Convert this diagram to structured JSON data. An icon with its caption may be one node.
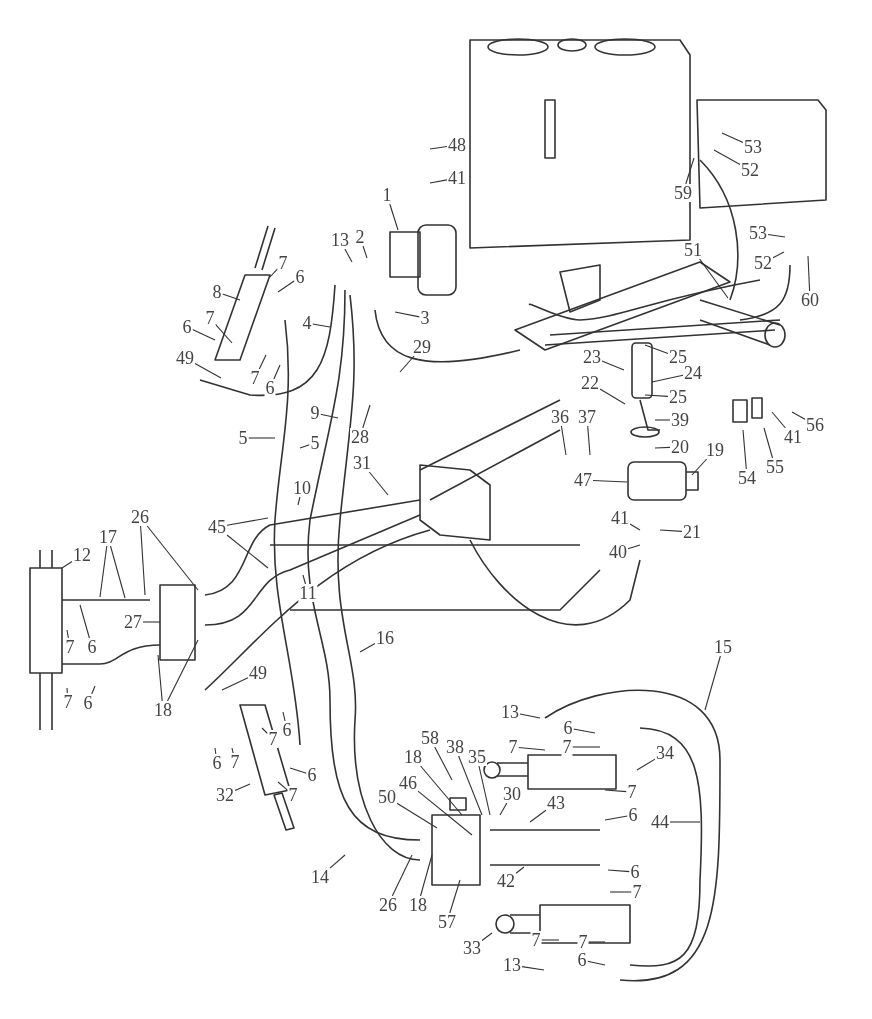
{
  "diagram": {
    "nodes": [
      {
        "text": [
          "48"
        ]
      },
      {
        "text": [
          "53"
        ]
      },
      {
        "text": [
          "52"
        ]
      },
      {
        "text": [
          "41"
        ]
      },
      {
        "text": [
          "59"
        ]
      },
      {
        "text": [
          "1"
        ]
      },
      {
        "text": [
          "13"
        ]
      },
      {
        "text": [
          "2"
        ]
      },
      {
        "text": [
          "53"
        ]
      },
      {
        "text": [
          "51"
        ]
      },
      {
        "text": [
          "7"
        ]
      },
      {
        "text": [
          "52"
        ]
      },
      {
        "text": [
          "6"
        ]
      },
      {
        "text": [
          "8"
        ]
      },
      {
        "text": [
          "60"
        ]
      },
      {
        "text": [
          "3"
        ]
      },
      {
        "text": [
          "4"
        ]
      },
      {
        "text": [
          "7"
        ]
      },
      {
        "text": [
          "6"
        ]
      },
      {
        "text": [
          "29"
        ]
      },
      {
        "text": [
          "23"
        ]
      },
      {
        "text": [
          "25"
        ]
      },
      {
        "text": [
          "49"
        ]
      },
      {
        "text": [
          "24"
        ]
      },
      {
        "text": [
          "7"
        ]
      },
      {
        "text": [
          "6"
        ]
      },
      {
        "text": [
          "22"
        ]
      },
      {
        "text": [
          "25"
        ]
      },
      {
        "text": [
          "9"
        ]
      },
      {
        "text": [
          "39"
        ]
      },
      {
        "text": [
          "36"
        ]
      },
      {
        "text": [
          "37"
        ]
      },
      {
        "text": [
          "56"
        ]
      },
      {
        "text": [
          "28"
        ]
      },
      {
        "text": [
          "5"
        ]
      },
      {
        "text": [
          "5"
        ]
      },
      {
        "text": [
          "41"
        ]
      },
      {
        "text": [
          "20"
        ]
      },
      {
        "text": [
          "19"
        ]
      },
      {
        "text": [
          "31"
        ]
      },
      {
        "text": [
          "55"
        ]
      },
      {
        "text": [
          "54"
        ]
      },
      {
        "text": [
          "47"
        ]
      },
      {
        "text": [
          "10"
        ]
      },
      {
        "text": [
          "26"
        ]
      },
      {
        "text": [
          "41"
        ]
      },
      {
        "text": [
          "45"
        ]
      },
      {
        "text": [
          "21"
        ]
      },
      {
        "text": [
          "17"
        ]
      },
      {
        "text": [
          "40"
        ]
      },
      {
        "text": [
          "12"
        ]
      },
      {
        "text": [
          "11"
        ]
      },
      {
        "text": [
          "27"
        ]
      },
      {
        "text": [
          "16"
        ]
      },
      {
        "text": [
          "15"
        ]
      },
      {
        "text": [
          "7"
        ]
      },
      {
        "text": [
          "6"
        ]
      },
      {
        "text": [
          "49"
        ]
      },
      {
        "text": [
          "7"
        ]
      },
      {
        "text": [
          "6"
        ]
      },
      {
        "text": [
          "18"
        ]
      },
      {
        "text": [
          "13"
        ]
      },
      {
        "text": [
          "6"
        ]
      },
      {
        "text": [
          "6"
        ]
      },
      {
        "text": [
          "7"
        ]
      },
      {
        "text": [
          "58"
        ]
      },
      {
        "text": [
          "7"
        ]
      },
      {
        "text": [
          "7"
        ]
      },
      {
        "text": [
          "38"
        ]
      },
      {
        "text": [
          "34"
        ]
      },
      {
        "text": [
          "18"
        ]
      },
      {
        "text": [
          "35"
        ]
      },
      {
        "text": [
          "6"
        ]
      },
      {
        "text": [
          "7"
        ]
      },
      {
        "text": [
          "46"
        ]
      },
      {
        "text": [
          "30"
        ]
      },
      {
        "text": [
          "7"
        ]
      },
      {
        "text": [
          "6"
        ]
      },
      {
        "text": [
          "32"
        ]
      },
      {
        "text": [
          "7"
        ]
      },
      {
        "text": [
          "43"
        ]
      },
      {
        "text": [
          "50"
        ]
      },
      {
        "text": [
          "6"
        ]
      },
      {
        "text": [
          "44"
        ]
      },
      {
        "text": [
          "6"
        ]
      },
      {
        "text": [
          "14"
        ]
      },
      {
        "text": [
          "7"
        ]
      },
      {
        "text": [
          "42"
        ]
      },
      {
        "text": [
          "26"
        ]
      },
      {
        "text": [
          "18"
        ]
      },
      {
        "text": [
          "57"
        ]
      },
      {
        "text": [
          "7"
        ]
      },
      {
        "text": [
          "7"
        ]
      },
      {
        "text": [
          "33"
        ]
      },
      {
        "text": [
          "13"
        ]
      },
      {
        "text": [
          "6"
        ]
      }
    ],
    "edges": [
      {
        "from": 0,
        "to": null,
        "arrow": "none"
      },
      {
        "from": 1,
        "to": null,
        "arrow": "none"
      },
      {
        "from": 2,
        "to": null,
        "arrow": "none"
      },
      {
        "from": 3,
        "to": null,
        "arrow": "none"
      },
      {
        "from": 4,
        "to": null,
        "arrow": "none"
      },
      {
        "from": 5,
        "to": null,
        "arrow": "none"
      },
      {
        "from": 6,
        "to": null,
        "arrow": "none"
      },
      {
        "from": 7,
        "to": null,
        "arrow": "none"
      },
      {
        "from": 8,
        "to": null,
        "arrow": "none"
      },
      {
        "from": 9,
        "to": null,
        "arrow": "none"
      },
      {
        "from": 10,
        "to": null,
        "arrow": "none"
      },
      {
        "from": 11,
        "to": null,
        "arrow": "none"
      },
      {
        "from": 12,
        "to": null,
        "arrow": "none"
      },
      {
        "from": 13,
        "to": null,
        "arrow": "none"
      },
      {
        "from": 14,
        "to": null,
        "arrow": "none"
      },
      {
        "from": 15,
        "to": null,
        "arrow": "none"
      },
      {
        "from": 16,
        "to": null,
        "arrow": "none"
      },
      {
        "from": 17,
        "to": null,
        "arrow": "none"
      },
      {
        "from": 18,
        "to": null,
        "arrow": "none"
      },
      {
        "from": 19,
        "to": null,
        "arrow": "none"
      },
      {
        "from": 20,
        "to": null,
        "arrow": "none"
      },
      {
        "from": 21,
        "to": null,
        "arrow": "none"
      },
      {
        "from": 22,
        "to": null,
        "arrow": "none"
      },
      {
        "from": 23,
        "to": null,
        "arrow": "none"
      },
      {
        "from": 24,
        "to": null,
        "arrow": "none"
      },
      {
        "from": 25,
        "to": null,
        "arrow": "none"
      },
      {
        "from": 26,
        "to": null,
        "arrow": "none"
      },
      {
        "from": 27,
        "to": null,
        "arrow": "none"
      },
      {
        "from": 28,
        "to": null,
        "arrow": "none"
      },
      {
        "from": 29,
        "to": null,
        "arrow": "none"
      },
      {
        "from": 30,
        "to": null,
        "arrow": "none"
      },
      {
        "from": 31,
        "to": null,
        "arrow": "none"
      },
      {
        "from": 32,
        "to": null,
        "arrow": "none"
      },
      {
        "from": 33,
        "to": null,
        "arrow": "none"
      },
      {
        "from": 34,
        "to": null,
        "arrow": "none"
      },
      {
        "from": 35,
        "to": null,
        "arrow": "none"
      },
      {
        "from": 36,
        "to": null,
        "arrow": "none"
      },
      {
        "from": 37,
        "to": null,
        "arrow": "none"
      },
      {
        "from": 38,
        "to": null,
        "arrow": "none"
      },
      {
        "from": 39,
        "to": null,
        "arrow": "none"
      },
      {
        "from": 40,
        "to": null,
        "arrow": "none"
      },
      {
        "from": 41,
        "to": null,
        "arrow": "none"
      },
      {
        "from": 42,
        "to": null,
        "arrow": "none"
      },
      {
        "from": 43,
        "to": null,
        "arrow": "none"
      },
      {
        "from": 44,
        "to": null,
        "arrow": "none"
      },
      {
        "from": 44,
        "to": null,
        "arrow": "none"
      },
      {
        "from": 45,
        "to": null,
        "arrow": "none"
      },
      {
        "from": 46,
        "to": null,
        "arrow": "none"
      },
      {
        "from": 46,
        "to": null,
        "arrow": "none"
      },
      {
        "from": 47,
        "to": null,
        "arrow": "none"
      },
      {
        "from": 48,
        "to": null,
        "arrow": "none"
      },
      {
        "from": 48,
        "to": null,
        "arrow": "none"
      },
      {
        "from": 49,
        "to": null,
        "arrow": "none"
      },
      {
        "from": 50,
        "to": null,
        "arrow": "none"
      },
      {
        "from": 51,
        "to": null,
        "arrow": "none"
      },
      {
        "from": 52,
        "to": null,
        "arrow": "none"
      },
      {
        "from": 53,
        "to": null,
        "arrow": "none"
      },
      {
        "from": 54,
        "to": null,
        "arrow": "none"
      },
      {
        "from": 55,
        "to": null,
        "arrow": "none"
      },
      {
        "from": 56,
        "to": null,
        "arrow": "none"
      },
      {
        "from": 57,
        "to": null,
        "arrow": "none"
      },
      {
        "from": 58,
        "to": null,
        "arrow": "none"
      },
      {
        "from": 59,
        "to": null,
        "arrow": "none"
      },
      {
        "from": 60,
        "to": null,
        "arrow": "none"
      },
      {
        "from": 60,
        "to": null,
        "arrow": "none"
      },
      {
        "from": 61,
        "to": null,
        "arrow": "none"
      },
      {
        "from": 62,
        "to": null,
        "arrow": "none"
      },
      {
        "from": 63,
        "to": null,
        "arrow": "none"
      },
      {
        "from": 64,
        "to": null,
        "arrow": "none"
      },
      {
        "from": 65,
        "to": null,
        "arrow": "none"
      },
      {
        "from": 66,
        "to": null,
        "arrow": "none"
      },
      {
        "from": 67,
        "to": null,
        "arrow": "none"
      },
      {
        "from": 68,
        "to": null,
        "arrow": "none"
      },
      {
        "from": 69,
        "to": null,
        "arrow": "none"
      },
      {
        "from": 70,
        "to": null,
        "arrow": "none"
      },
      {
        "from": 71,
        "to": null,
        "arrow": "none"
      },
      {
        "from": 72,
        "to": null,
        "arrow": "none"
      },
      {
        "from": 73,
        "to": null,
        "arrow": "none"
      },
      {
        "from": 74,
        "to": null,
        "arrow": "none"
      },
      {
        "from": 75,
        "to": null,
        "arrow": "none"
      },
      {
        "from": 76,
        "to": null,
        "arrow": "none"
      },
      {
        "from": 77,
        "to": null,
        "arrow": "none"
      },
      {
        "from": 78,
        "to": null,
        "arrow": "none"
      },
      {
        "from": 79,
        "to": null,
        "arrow": "none"
      },
      {
        "from": 80,
        "to": null,
        "arrow": "none"
      },
      {
        "from": 81,
        "to": null,
        "arrow": "none"
      },
      {
        "from": 82,
        "to": null,
        "arrow": "none"
      },
      {
        "from": 83,
        "to": null,
        "arrow": "none"
      },
      {
        "from": 84,
        "to": null,
        "arrow": "none"
      },
      {
        "from": 85,
        "to": null,
        "arrow": "none"
      },
      {
        "from": 86,
        "to": null,
        "arrow": "none"
      },
      {
        "from": 87,
        "to": null,
        "arrow": "none"
      },
      {
        "from": 88,
        "to": null,
        "arrow": "none"
      },
      {
        "from": 89,
        "to": null,
        "arrow": "none"
      },
      {
        "from": 90,
        "to": null,
        "arrow": "none"
      },
      {
        "from": 91,
        "to": null,
        "arrow": "none"
      },
      {
        "from": 92,
        "to": null,
        "arrow": "none"
      },
      {
        "from": 93,
        "to": null,
        "arrow": "none"
      },
      {
        "from": 94,
        "to": null,
        "arrow": "none"
      },
      {
        "from": 95,
        "to": null,
        "arrow": "none"
      }
    ]
  }
}
